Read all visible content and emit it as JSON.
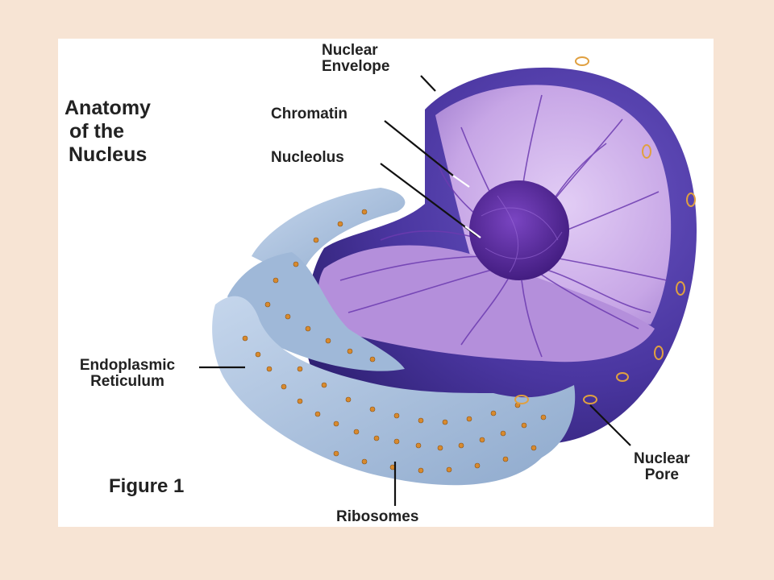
{
  "title_lines": [
    "Anatomy",
    "of the",
    "Nucleus"
  ],
  "figure_label": "Figure 1",
  "labels": {
    "nuclear_envelope": [
      "Nuclear",
      "Envelope"
    ],
    "chromatin": "Chromatin",
    "nucleolus": "Nucleolus",
    "endoplasmic_reticulum": [
      "Endoplasmic",
      "Reticulum"
    ],
    "ribosomes": "Ribosomes",
    "nuclear_pore": [
      "Nuclear",
      "Pore"
    ]
  },
  "colors": {
    "page_background": "#f7e4d4",
    "panel_background": "#ffffff",
    "envelope_purple": "#4a36a0",
    "interior_lilac": "#c7a6e6",
    "nucleolus_purple": "#5a2b9c",
    "er_blue": "#a9c1df",
    "ribosome_orange": "#d88a2e",
    "label_text": "#222222"
  }
}
